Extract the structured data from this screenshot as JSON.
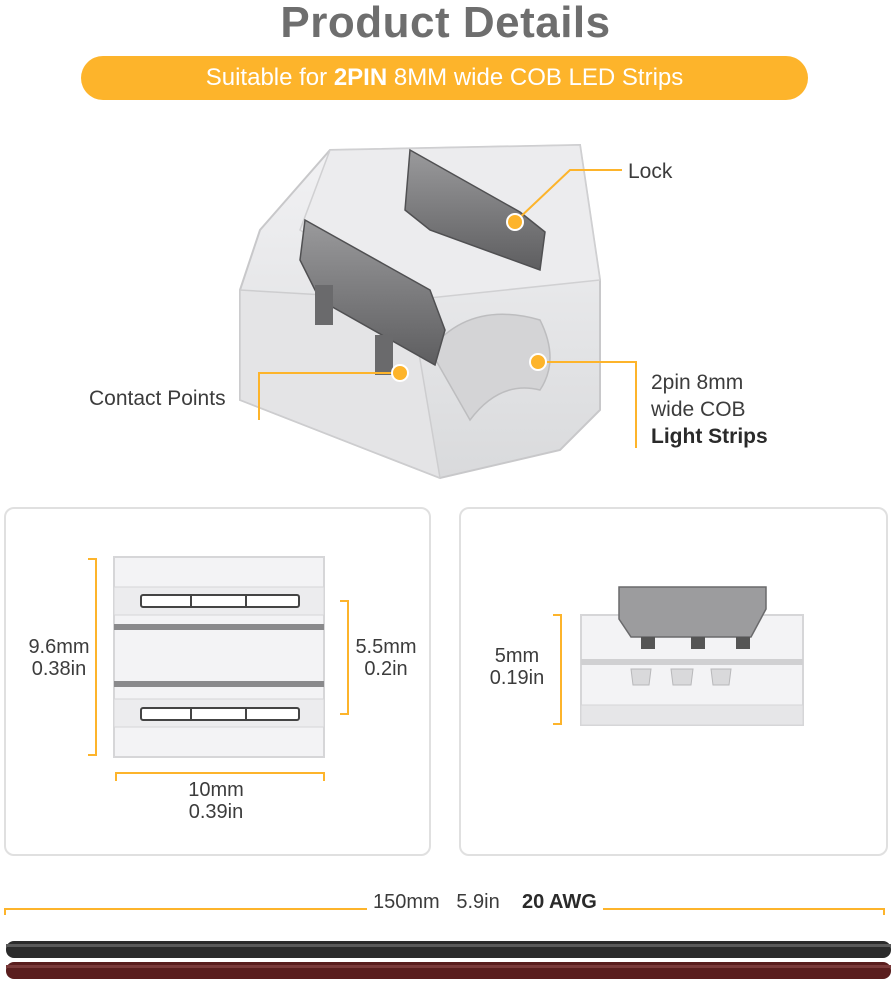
{
  "header": {
    "title": "Product Details",
    "banner_prefix": "Suitable for ",
    "banner_bold": "2PIN",
    "banner_suffix": " 8MM wide COB LED Strips"
  },
  "callouts": {
    "lock": "Lock",
    "contact_points": "Contact Points",
    "strip_line1": "2pin 8mm",
    "strip_line2": "wide COB",
    "strip_line3": "Light Strips"
  },
  "top_view": {
    "height_mm": "9.6mm",
    "height_in": "0.38in",
    "inner_mm": "5.5mm",
    "inner_in": "0.2in",
    "width_mm": "10mm",
    "width_in": "0.39in"
  },
  "side_view": {
    "height_mm": "5mm",
    "height_in": "0.19in"
  },
  "cable": {
    "length_mm": "150mm",
    "length_in": "5.9in",
    "gauge": "20 AWG"
  },
  "colors": {
    "accent": "#fdb42b",
    "wire_black": "#2b2b2b",
    "wire_red": "#5a1e1e"
  }
}
